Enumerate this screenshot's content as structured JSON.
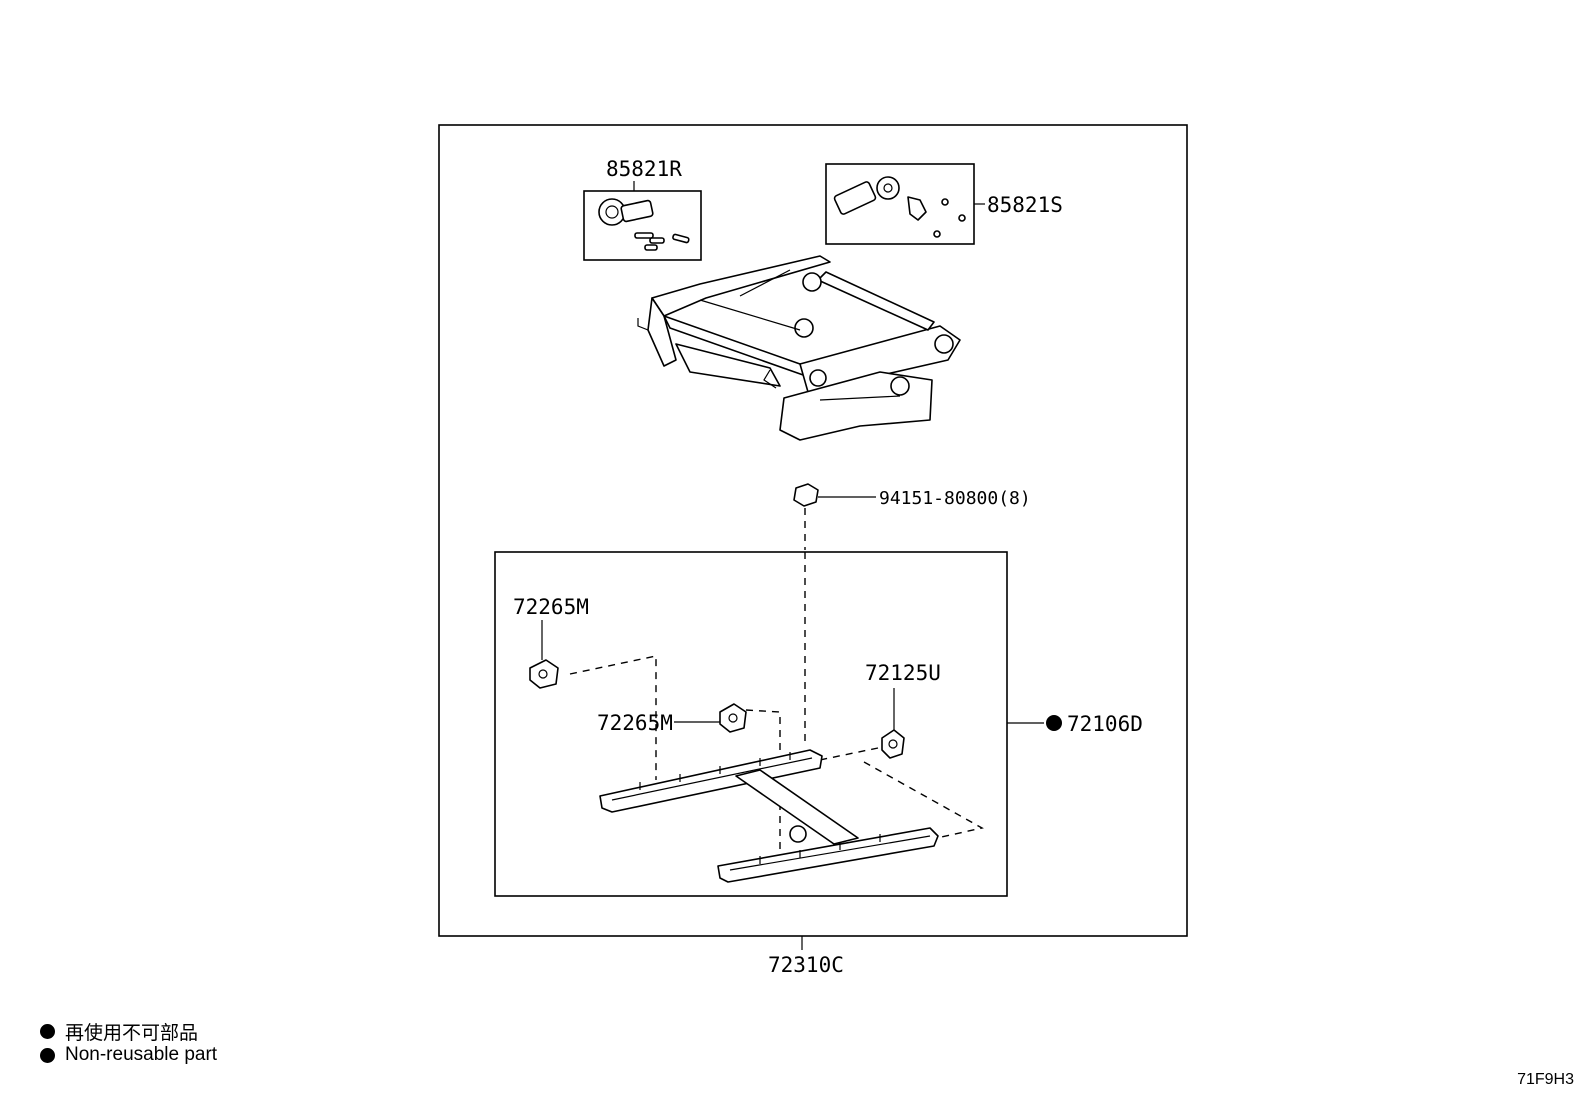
{
  "diagram": {
    "parts": {
      "motor_r": "85821R",
      "motor_s": "85821S",
      "nut": "94151-80800(8)",
      "bracket_1": "72265M",
      "bracket_2": "72265M",
      "bracket_3": "72125U",
      "adjuster": "72106D",
      "frame": "72310C"
    }
  },
  "legend": {
    "japanese": "再使用不可部品",
    "english": "Non-reusable part"
  },
  "figure_code": "71F9H3"
}
